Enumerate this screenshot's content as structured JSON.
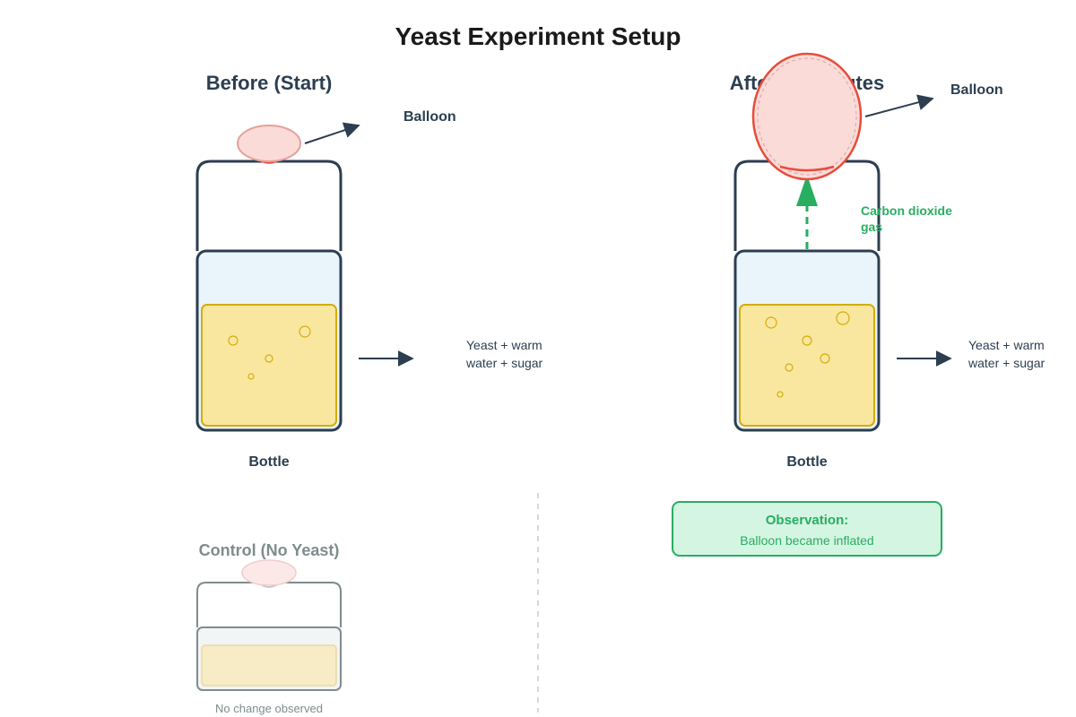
{
  "title": "Yeast Experiment Setup",
  "before": {
    "heading": "Before (Start)",
    "balloon_label": "Balloon",
    "contents_label_line1": "Yeast + warm",
    "contents_label_line2": "water + sugar",
    "bottle_label": "Bottle"
  },
  "after": {
    "heading": "After 30 minutes",
    "balloon_label": "Balloon",
    "gas_label_line1": "Carbon dioxide",
    "gas_label_line2": "gas",
    "contents_label_line1": "Yeast + warm",
    "contents_label_line2": "water + sugar",
    "bottle_label": "Bottle"
  },
  "control": {
    "heading": "Control (No Yeast)",
    "note": "No change observed"
  },
  "observation": {
    "heading": "Observation:",
    "text": "Balloon became inflated"
  },
  "colors": {
    "outline": "#2c3e50",
    "balloon_fill": "#fadbd8",
    "balloon_stroke": "#e74c3c",
    "liquid_fill": "#f9e79f",
    "liquid_stroke": "#d4ac0d",
    "water_fill": "#eaf4fb",
    "gas": "#27ae60",
    "observation_fill": "#d5f5e3"
  }
}
